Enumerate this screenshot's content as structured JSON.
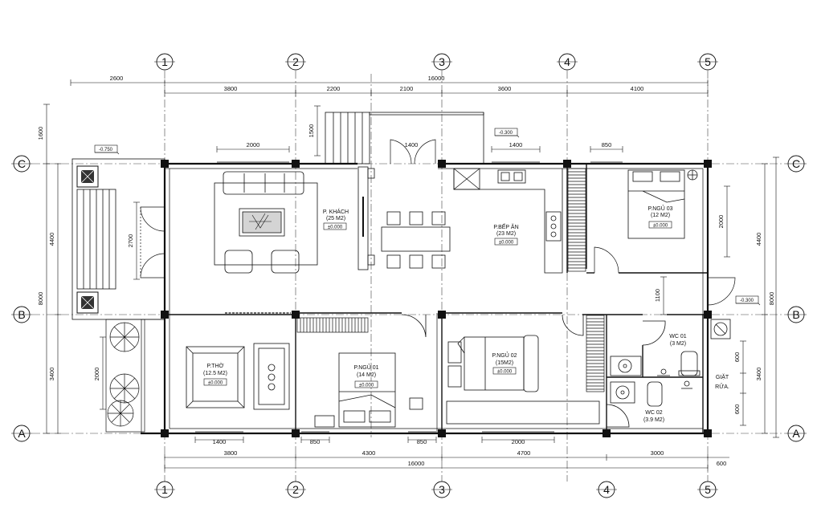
{
  "grid": {
    "columns": [
      "1",
      "2",
      "3",
      "4",
      "5"
    ],
    "rows": [
      "C",
      "B",
      "A"
    ]
  },
  "dims": {
    "top_total": "16000",
    "top_left": "2600",
    "top_segments": [
      "3800",
      "2200",
      "2100",
      "3600",
      "4100"
    ],
    "top_mid": [
      "2000",
      "1400",
      "1400",
      "850"
    ],
    "bottom_mid": [
      "1400",
      "850",
      "850",
      "2000"
    ],
    "bottom_segments": [
      "3800",
      "4300",
      "4700",
      "3000"
    ],
    "bottom_total": "16000",
    "bottom_right": "600",
    "left_total": "8000",
    "left_top": "1600",
    "left_segments": [
      "4400",
      "3400"
    ],
    "left_inner": [
      "2700",
      "2000"
    ],
    "right_total": "8000",
    "right_segments": [
      "4400",
      "3400"
    ],
    "right_inner": [
      "2000",
      "1100",
      "600",
      "600"
    ],
    "stair_dim": "1500"
  },
  "levels": {
    "porch": "-0.750",
    "back": "-0.300",
    "side": "-0.300"
  },
  "rooms": {
    "khach": {
      "name": "P. KHÁCH",
      "area": "(25 M2)",
      "level": "±0.000"
    },
    "bepan": {
      "name": "P.BẾP ĂN",
      "area": "(23 M2)",
      "level": "±0.000"
    },
    "ngu03": {
      "name": "P.NGỦ 03",
      "area": "(12 M2)",
      "level": "±0.000"
    },
    "tho": {
      "name": "P.THỜ",
      "area": "(12.5 M2)",
      "level": "±0.000"
    },
    "ngu01": {
      "name": "P.NGỦ 01",
      "area": "(14 M2)",
      "level": "±0.000"
    },
    "ngu02": {
      "name": "P.NGỦ 02",
      "area": "(15M2)",
      "level": "±0.000"
    },
    "wc01": {
      "name": "WC 01",
      "area": "(3 M2)"
    },
    "wc02": {
      "name": "WC 02",
      "area": "(3.9 M2)"
    },
    "giat": {
      "name": "GIẶT",
      "name2": "RỬA."
    }
  }
}
